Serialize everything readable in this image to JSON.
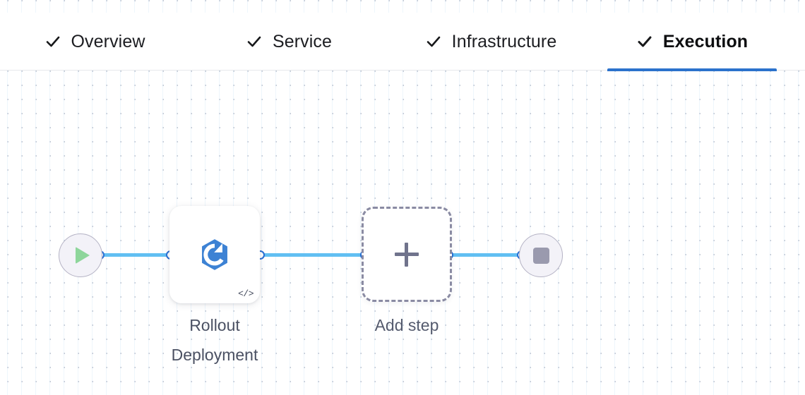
{
  "tabs": [
    {
      "id": "overview",
      "label": "Overview",
      "icon": "check-icon",
      "completed": true,
      "active": false
    },
    {
      "id": "service",
      "label": "Service",
      "icon": "check-icon",
      "completed": true,
      "active": false
    },
    {
      "id": "infrastructure",
      "label": "Infrastructure",
      "icon": "check-icon",
      "completed": true,
      "active": false
    },
    {
      "id": "execution",
      "label": "Execution",
      "icon": "check-icon",
      "completed": true,
      "active": true
    }
  ],
  "colors": {
    "active_tab_underline": "#2b72cc",
    "connector_line": "#61bff2",
    "connector_port_border": "#2a6fd4",
    "start_icon": "#8ed69b",
    "stop_icon": "#9a9aae",
    "terminal_fill": "#f3f2f8",
    "terminal_border": "#b4b2c4",
    "step_icon": "#3d82d4",
    "add_step_border": "#8a8ba3",
    "caption_text": "#4b5163"
  },
  "flow": {
    "start_node": {
      "icon": "play-icon",
      "label": ""
    },
    "end_node": {
      "icon": "stop-icon",
      "label": ""
    },
    "step_node": {
      "icon": "rollout-deployment-icon",
      "badge": "</>",
      "label": "Rollout\nDeployment"
    },
    "add_node": {
      "icon": "plus-icon",
      "label": "Add step"
    }
  }
}
